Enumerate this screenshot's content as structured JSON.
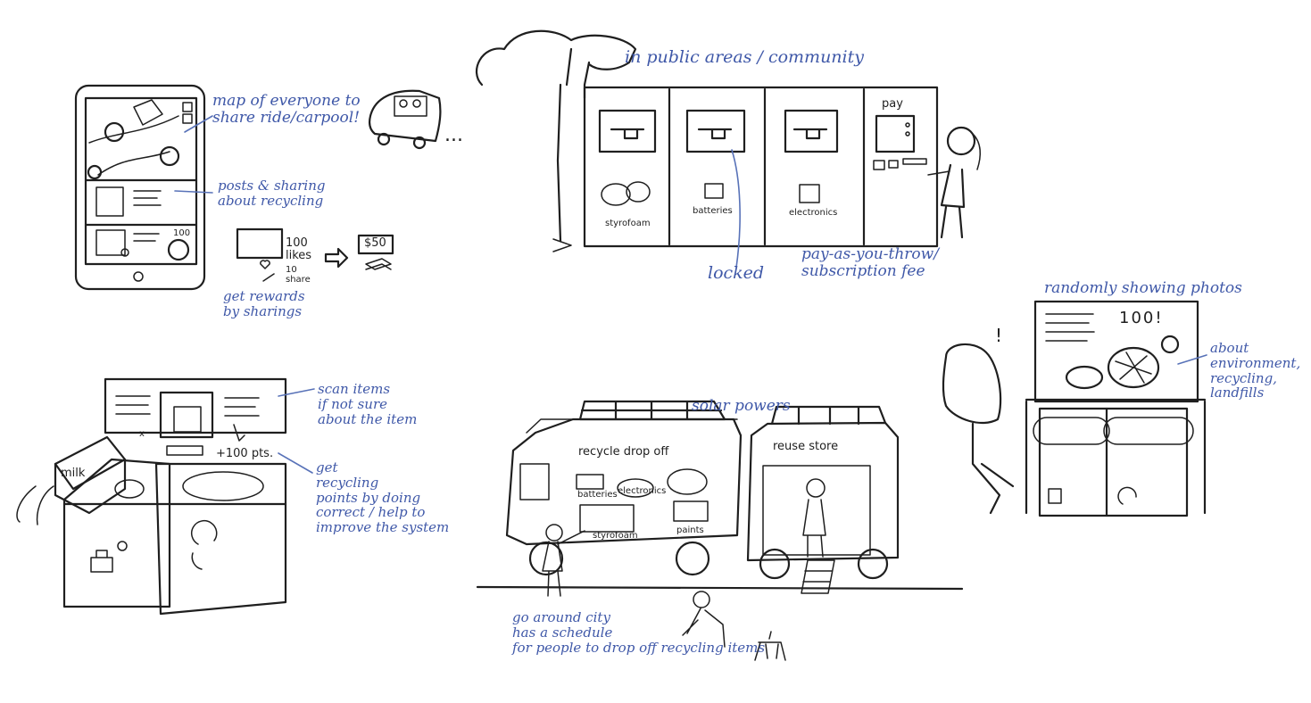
{
  "sketch_1_app": {
    "map_label": "map of everyone to\nshare ride/carpool!",
    "posts_label": "posts & sharing\nabout recycling",
    "likes": "100\nlikes",
    "shares": "10\nshare",
    "badge": "100",
    "reward_value": "$50",
    "rewards_label": "get rewards\nby sharings",
    "ellipsis": "..."
  },
  "sketch_2_public_bins": {
    "title": "in public areas / community",
    "bins": [
      "styrofoam",
      "batteries",
      "electronics"
    ],
    "pay_label": "pay",
    "locked_label": "locked",
    "fee_label": "pay-as-you-throw/\nsubscription fee"
  },
  "sketch_3_screen": {
    "title": "randomly showing photos",
    "exclaim": "!",
    "screen_text": "100!",
    "about_label": "about\nenvironment,\nrecycling,\nlandfills"
  },
  "sketch_4_scanner": {
    "item_label": "milk",
    "points": "+100 pts.",
    "x_mark": "x",
    "scan_label": "scan items\nif not sure\nabout the item",
    "points_label": "get\nrecycling\npoints by doing\ncorrect / help to\nimprove the system"
  },
  "sketch_5_truck": {
    "title": "solar powers",
    "truck_1_sign": "recycle drop off",
    "truck_2_sign": "reuse store",
    "compartments": [
      "batteries",
      "electronics",
      "styrofoam",
      "paints"
    ],
    "schedule_label": "go around city\nhas a schedule\nfor people to drop off recycling items"
  }
}
